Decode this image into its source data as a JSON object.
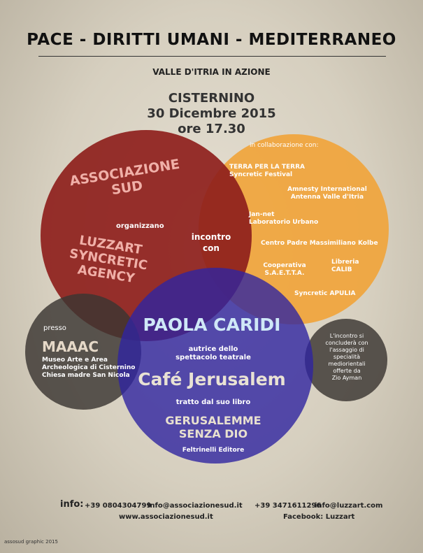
{
  "header": {
    "title": "PACE - DIRITTI UMANI - MEDITERRANEO",
    "subtitle": "VALLE D'ITRIA IN AZIONE",
    "city": "CISTERNINO",
    "date": "30 Dicembre 2015",
    "time": "ore 17.30"
  },
  "organizers": {
    "org1_line1": "ASSOCIAZIONE",
    "org1_line2": "SUD",
    "verb": "organizzano",
    "org2_line1": "LUZZART",
    "org2_line2": "SYNCRETIC",
    "org2_line3": "AGENCY"
  },
  "center": {
    "line1": "incontro",
    "line2": "con"
  },
  "collab": {
    "heading": "in collaborazione con:",
    "p1a": "TERRA PER LA TERRA",
    "p1b": "Syncretic Festival",
    "p2a": "Amnesty International",
    "p2b": "Antenna Valle d'Itria",
    "p3a": "Jan-net",
    "p3b": "Laboratorio Urbano",
    "p4": "Centro Padre Massimiliano Kolbe",
    "p5a": "Cooperativa",
    "p5b": "S.A.E.T.T.A.",
    "p6a": "Libreria",
    "p6b": "CALIB",
    "p7": "Syncretic APULIA"
  },
  "venue": {
    "presso": "presso",
    "name": "MAAAC",
    "l1": "Museo Arte e Area",
    "l2": "Archeologica di Cisternino",
    "l3": "Chiesa madre San Nicola"
  },
  "main": {
    "speaker": "PAOLA CARIDI",
    "role1": "autrice dello",
    "role2": "spettacolo teatrale",
    "show": "Café Jerusalem",
    "from": "tratto dal suo libro",
    "book1": "GERUSALEMME",
    "book2": "SENZA DIO",
    "publisher": "Feltrinelli  Editore"
  },
  "closing": {
    "l1": "L'incontro si",
    "l2": "concluderà con",
    "l3": "l'assaggio di",
    "l4": "specialità",
    "l5": "mediorientali",
    "l6": "offerte da",
    "l7": "Zio Ayman"
  },
  "footer": {
    "info_label": "info:",
    "phone1": "+39 0804304799",
    "email1": "info@associazionesud.it",
    "web1": "www.associazionesud.it",
    "phone2": "+39 3471611296",
    "email2": "info@luzzart.com",
    "facebook": "Facebook: Luzzart",
    "credit": "assosud graphic 2015"
  },
  "colors": {
    "red": "#8e1f1c",
    "orange": "#f0a53c",
    "blue": "#3b2fa0",
    "grey": "#4d4843",
    "speaker": "#cfe8f7"
  }
}
